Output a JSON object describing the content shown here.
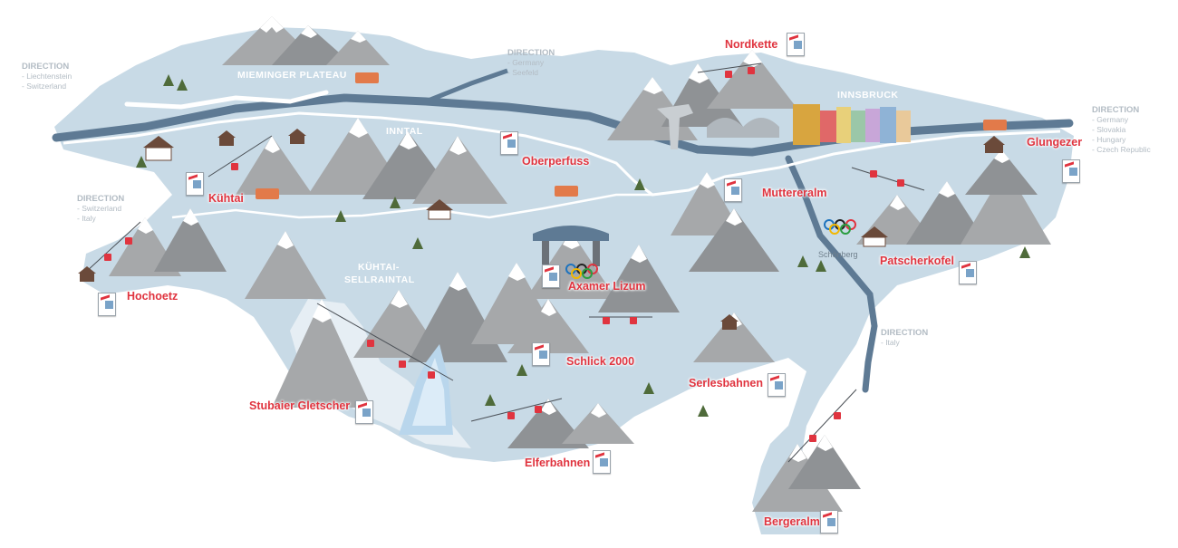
{
  "colors": {
    "land": "#c8dae6",
    "road": "#5e7a94",
    "river": "#ffffff",
    "mountain": "#a6a8aa",
    "snow": "#ffffff",
    "resort_label": "#e0343f",
    "direction_text": "#b3bcc4"
  },
  "resorts": {
    "nordkette": "Nordkette",
    "glungezer": "Glungezer",
    "oberperfuss": "Oberperfuss",
    "kuehtai": "Kühtai",
    "muttereralm": "Muttereralm",
    "patscherkofel": "Patscherkofel",
    "hochoetz": "Hochoetz",
    "axamer_lizum": "Axamer Lizum",
    "schlick_2000": "Schlick 2000",
    "serlesbahnen": "Serlesbahnen",
    "stubaier_gletscher": "Stubaier Gletscher",
    "elferbahnen": "Elferbahnen",
    "bergeralm": "Bergeralm"
  },
  "regions": {
    "mieminger_plateau": "MIEMINGER PLATEAU",
    "inntal": "INNTAL",
    "innsbruck": "INNSBRUCK",
    "kuehtai_sellraintal_line1": "KÜHTAI-",
    "kuehtai_sellraintal_line2": "SELLRAINTAL"
  },
  "towns": {
    "schoenberg": "Schönberg"
  },
  "directions": {
    "heading": "DIRECTION",
    "northwest": [
      "- Liechtenstein",
      "- Switzerland"
    ],
    "north": [
      "- Germany",
      "- Seefeld"
    ],
    "east": [
      "- Germany",
      "- Slovakia",
      "- Hungary",
      "- Czech Republic"
    ],
    "west": [
      "- Switzerland",
      "- Italy"
    ],
    "south": [
      "- Italy"
    ]
  },
  "icons": {
    "mountain": "mountain-peak-icon",
    "ski_lift": "gondola-icon",
    "house": "chalet-icon",
    "tree": "snowy-tree-icon",
    "olympic": "olympic-rings-icon",
    "bus": "bus-icon",
    "ski_jump": "ski-jump-icon",
    "info_card": "resort-card-icon"
  }
}
